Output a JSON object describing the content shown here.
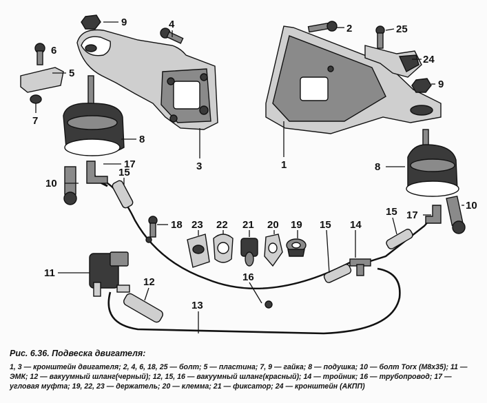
{
  "labels": {
    "l1": "1",
    "l2": "2",
    "l3": "3",
    "l4": "4",
    "l5": "5",
    "l6": "6",
    "l7": "7",
    "l8a": "8",
    "l8b": "8",
    "l9a": "9",
    "l9b": "9",
    "l10a": "10",
    "l10b": "10",
    "l11": "11",
    "l12": "12",
    "l13": "13",
    "l14": "14",
    "l15a": "15",
    "l15b": "15",
    "l15c": "15",
    "l16": "16",
    "l17a": "17",
    "l17b": "17",
    "l18": "18",
    "l19": "19",
    "l20": "20",
    "l21": "21",
    "l22": "22",
    "l23": "23",
    "l24": "24",
    "l25": "25"
  },
  "caption": {
    "title": "Рис. 6.36. Подвеска двигателя:",
    "text": "1, 3 — кронштейн двигателя; 2, 4, 6, 18, 25 — болт; 5 — пластина; 7, 9 — гайка; 8 — подушка; 10 — болт Torx (M8x35); 11 — ЭМК; 12 — вакуумный шланг(черный); 12, 15, 16 — вакуумный шланг(красный); 14 — тройник; 16 — трубопровод; 17 — угловая муфта; 19, 22, 23 — держатель; 20 — клемма; 21 — фиксатор; 24 — кронштейн (АКПП)"
  }
}
